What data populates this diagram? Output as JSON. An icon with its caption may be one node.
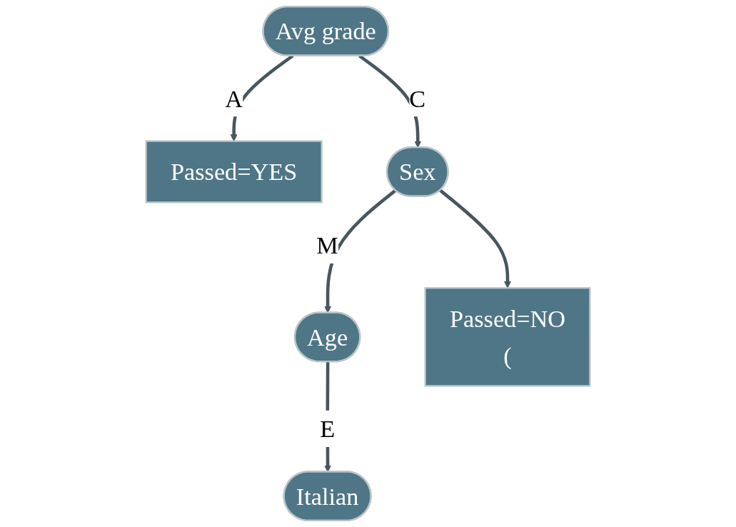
{
  "diagram": {
    "nodes": [
      {
        "text": [
          "Avg grade"
        ]
      },
      {
        "text": [
          "Passed=YES"
        ]
      },
      {
        "text": [
          "Sex"
        ]
      },
      {
        "text": [
          "Age"
        ]
      },
      {
        "text": [
          "Passed=NO",
          "("
        ]
      },
      {
        "text": [
          "Italian"
        ]
      }
    ],
    "edges": [
      {
        "from": 0,
        "to": 1,
        "arrow": "to",
        "label": "A"
      },
      {
        "from": 0,
        "to": 2,
        "arrow": "to",
        "label": "C"
      },
      {
        "from": 2,
        "to": 3,
        "arrow": "to",
        "label": "M"
      },
      {
        "from": 2,
        "to": 4,
        "arrow": "to"
      },
      {
        "from": 3,
        "to": 5,
        "arrow": "to",
        "label": "E"
      }
    ]
  }
}
